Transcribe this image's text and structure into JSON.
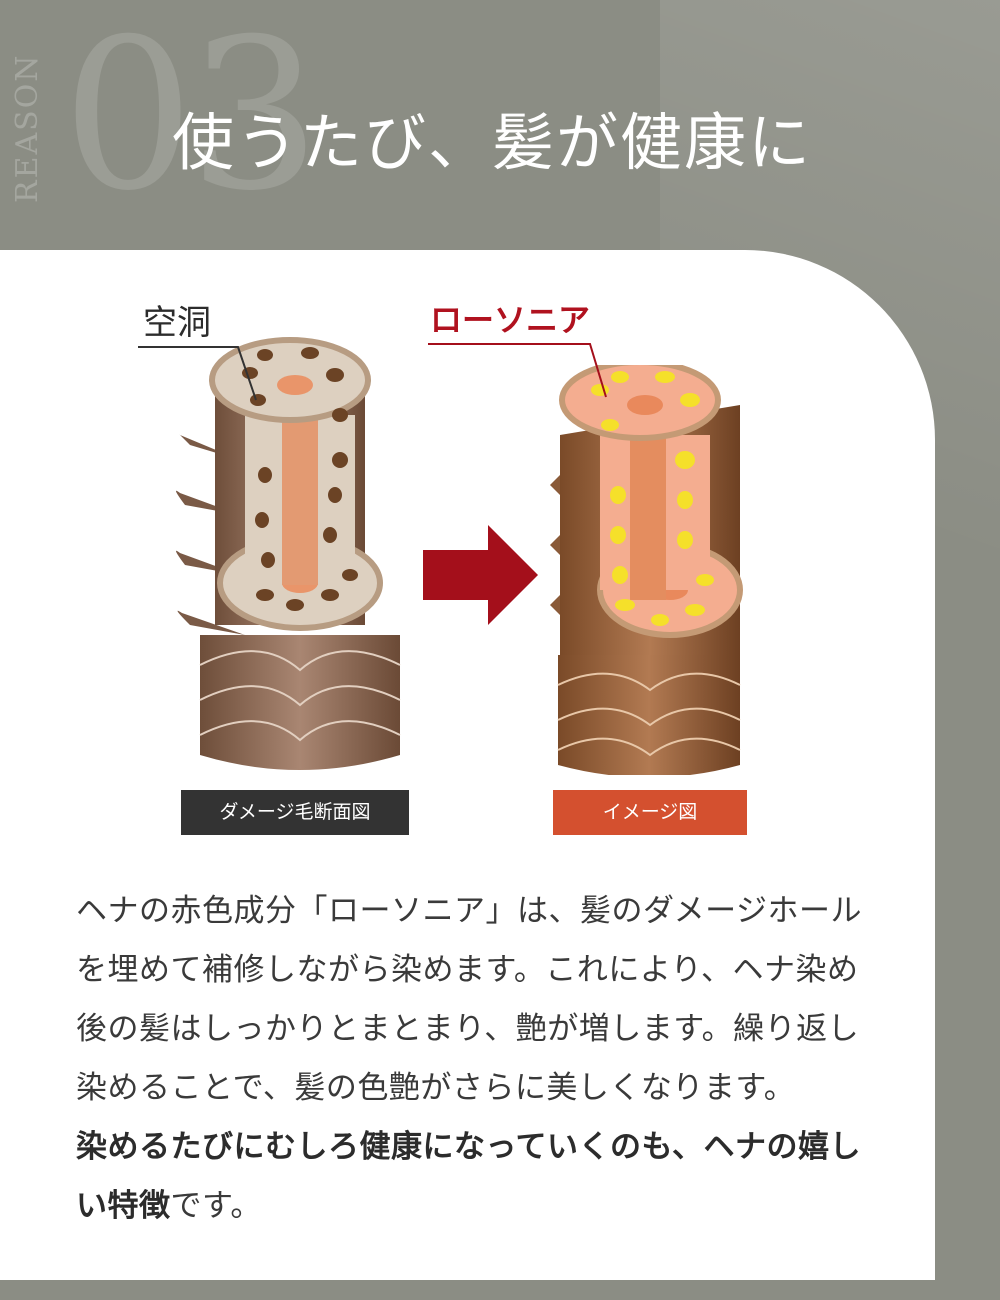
{
  "header": {
    "reason_word": "REASON",
    "reason_number": "03",
    "title": "使うたび、髪が健康に"
  },
  "figure": {
    "left_label": "空洞",
    "right_label": "ローソニア",
    "left_caption": "ダメージ毛断面図",
    "right_caption": "イメージ図",
    "arrow_color": "#a40f1b"
  },
  "body": {
    "paragraph": "ヘナの赤色成分「ローソニア」は、髪のダメージホールを埋めて補修しながら染めます。これにより、ヘナ染め後の髪はしっかりとまとまり、艶が増します。繰り返し染めることで、髪の色艶がさらに美しくなります。",
    "emphasis": "染めるたびにむしろ健康になっていくのも、ヘナの嬉しい特徴",
    "ending": "です。"
  },
  "colors": {
    "background": "#8b8d84",
    "accent_red": "#b0121f",
    "caption_dark": "#333333",
    "caption_orange": "#d4502f"
  }
}
